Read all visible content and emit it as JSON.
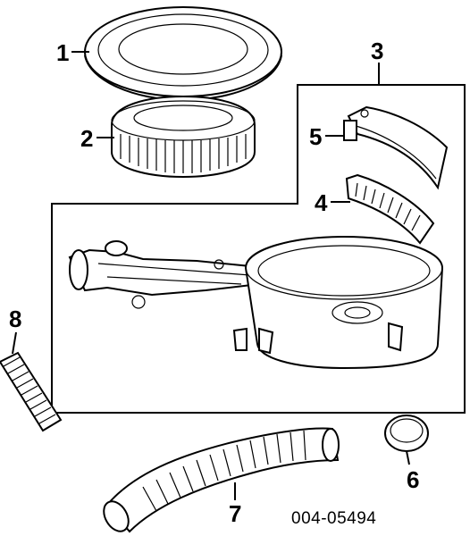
{
  "callouts": [
    {
      "id": "1",
      "label": "1"
    },
    {
      "id": "2",
      "label": "2"
    },
    {
      "id": "3",
      "label": "3"
    },
    {
      "id": "4",
      "label": "4"
    },
    {
      "id": "5",
      "label": "5"
    },
    {
      "id": "6",
      "label": "6"
    },
    {
      "id": "7",
      "label": "7"
    },
    {
      "id": "8",
      "label": "8"
    }
  ],
  "diagram_code": "004-05494"
}
